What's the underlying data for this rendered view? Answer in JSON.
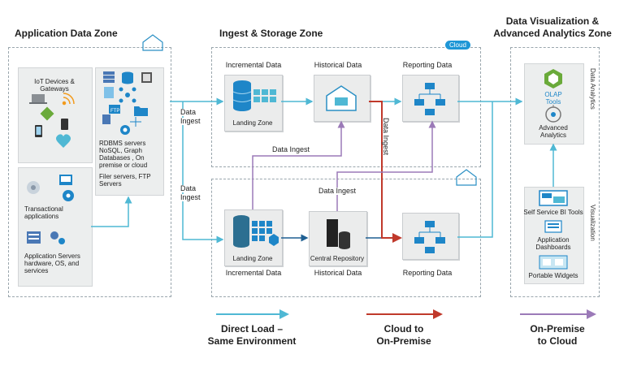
{
  "zones": {
    "app": "Application Data Zone",
    "ingest": "Ingest & Storage Zone",
    "viz_line1": "Data Visualization &",
    "viz_line2": "Advanced Analytics Zone"
  },
  "cloud_badge": "Cloud",
  "app_zone": {
    "iot_line1": "IoT Devices &",
    "iot_line2": "Gateways",
    "rdbms_line1": "RDBMS servers",
    "rdbms_line2": "NoSQL, Graph",
    "rdbms_line3": "Databases , On",
    "rdbms_line4": "premise or cloud",
    "filer_line1": "Filer servers, FTP",
    "filer_line2": "Servers",
    "trans_line1": "Transactional",
    "trans_line2": "applications",
    "appserv_line1": "Application Servers",
    "appserv_line2": "hardware, OS, and",
    "appserv_line3": "services"
  },
  "flow_labels": {
    "ingest_top_1": "Data",
    "ingest_top_2": "Ingest",
    "ingest_bot_1": "Data",
    "ingest_bot_2": "Ingest",
    "ingest_cloud": "Data Ingest",
    "ingest_onprem": "Data Ingest",
    "ingest_vertical": "Data Ingest"
  },
  "cloud_zone": {
    "incremental": "Incremental Data",
    "historical": "Historical Data",
    "reporting": "Reporting Data",
    "landing": "Landing Zone"
  },
  "onprem_zone": {
    "incremental": "Incremental Data",
    "historical": "Historical Data",
    "reporting": "Reporting Data",
    "landing": "Landing Zone",
    "central": "Central Repository"
  },
  "viz_zone": {
    "olap_line1": "OLAP",
    "olap_line2": "Tools",
    "adv_line1": "Advanced",
    "adv_line2": "Analytics",
    "data_analytics": "Data Analytics",
    "visualization": "Visualization",
    "self_service": "Self Service BI Tools",
    "dash_line1": "Application",
    "dash_line2": "Dashboards",
    "widgets": "Portable Widgets"
  },
  "legend": {
    "direct_line1": "Direct Load –",
    "direct_line2": "Same Environment",
    "cloud_line1": "Cloud to",
    "cloud_line2": "On-Premise",
    "onprem_line1": "On-Premise",
    "onprem_line2": "to Cloud"
  },
  "colors": {
    "direct": "#4fb8d4",
    "cloud_to_onprem": "#c0392b",
    "onprem_to_cloud": "#9b7ab8"
  }
}
